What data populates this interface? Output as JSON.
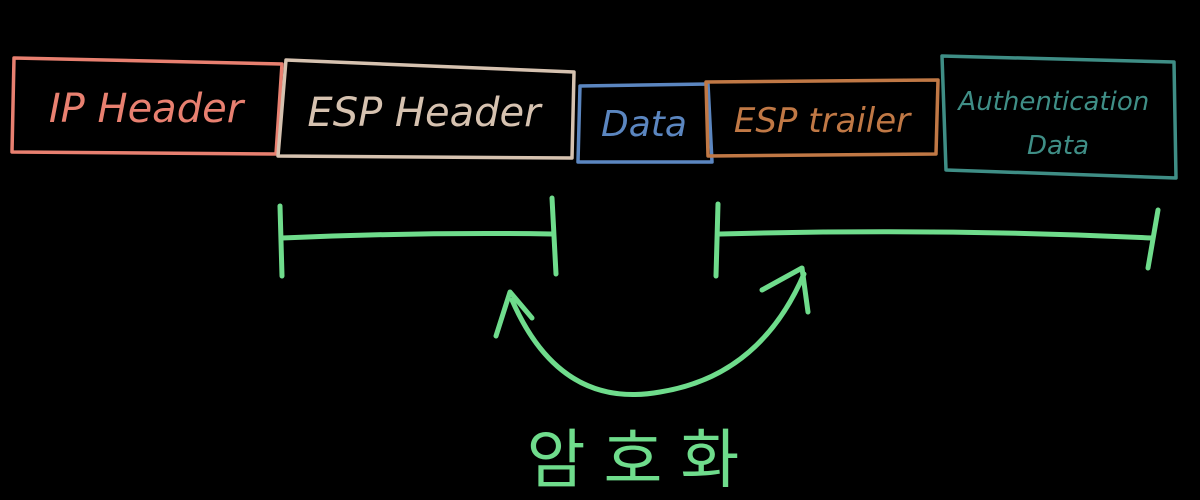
{
  "packet": {
    "segments": [
      {
        "key": "ip_header",
        "label": "IP Header",
        "color": "#e88070"
      },
      {
        "key": "esp_header",
        "label": "ESP Header",
        "color": "#d6c2b0"
      },
      {
        "key": "data",
        "label": "Data",
        "color": "#5b86c0"
      },
      {
        "key": "esp_trailer",
        "label": "ESP trailer",
        "color": "#c07845"
      },
      {
        "key": "auth_data",
        "label": [
          "Authentication",
          "Data"
        ],
        "color": "#3f8e86"
      }
    ]
  },
  "annotation": {
    "color": "#6fdc8c",
    "caption": "암호화"
  }
}
